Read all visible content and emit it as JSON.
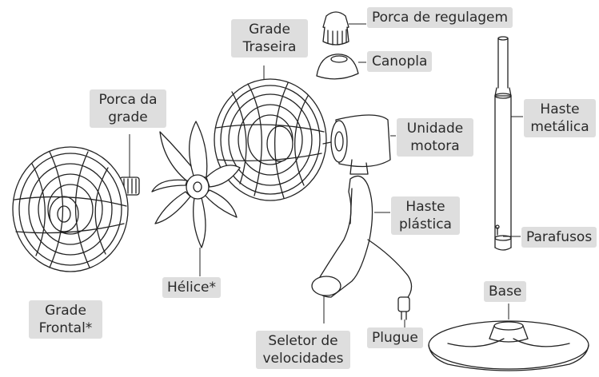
{
  "labels": {
    "porca_regulagem": "Porca de regulagem",
    "canopla": "Canopla",
    "grade_traseira": [
      "Grade",
      "Traseira"
    ],
    "porca_grade": [
      "Porca da",
      "grade"
    ],
    "haste_metalica": [
      "Haste",
      "metálica"
    ],
    "unidade_motora": [
      "Unidade",
      "motora"
    ],
    "haste_plastica": [
      "Haste",
      "plástica"
    ],
    "parafusos": "Parafusos",
    "helice": "Hélice*",
    "base": "Base",
    "grade_frontal": [
      "Grade",
      "Frontal*"
    ],
    "seletor": [
      "Seletor de",
      "velocidades"
    ],
    "plugue": "Plugue"
  }
}
